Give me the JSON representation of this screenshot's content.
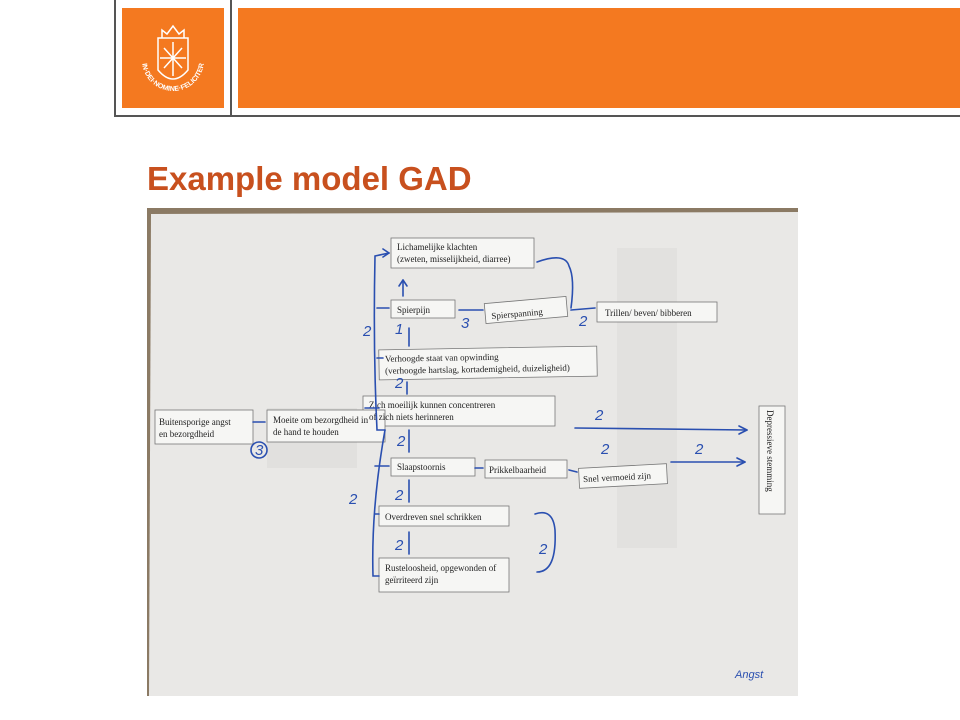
{
  "slide": {
    "title": "Example model GAD",
    "logo_motto": "IN·DEI·NOMINE·FELICITER"
  },
  "colors": {
    "brand_orange": "#f47920",
    "title_red": "#c8501e",
    "ink_blue": "#2a4fb0",
    "paper": "#ecebea"
  },
  "icons": {
    "logo": "university-seal-icon"
  },
  "diagram": {
    "boxes": {
      "lichamelijke_1": "Lichamelijke klachten",
      "lichamelijke_2": "(zweten, misselijkheid, diarree)",
      "spierpijn": "Spierpijn",
      "spierspanning": "Spierspanning",
      "trillen": "Trillen/ beven/ bibberen",
      "verhoogde_1": "Verhoogde staat van opwinding",
      "verhoogde_2": "(verhoogde hartslag, kortademigheid, duizeligheid)",
      "concentreren_1": "Zich moeilijk kunnen concentreren",
      "concentreren_2": "of zich niets herinneren",
      "buitensporige_1": "Buitensporige angst",
      "buitensporige_2": "en bezorgdheid",
      "moeite_1": "Moeite om bezorgdheid in",
      "moeite_2": "de hand te houden",
      "slaapstoornis": "Slaapstoornis",
      "prikkelbaarheid": "Prikkelbaarheid",
      "vermoeid": "Snel vermoeid zijn",
      "schrikken": "Overdreven snel schrikken",
      "rusteloos_1": "Rusteloosheid, opgewonden of",
      "rusteloos_2": "geïrriteerd zijn",
      "depressief": "Depressieve stemming"
    },
    "weights": {
      "w_moeite": "3",
      "w_branch_upper": "2",
      "w_branch_lower": "2",
      "w_spierpijn_up": "1",
      "w_spierspanning": "3",
      "w_trillen": "2",
      "w_verhoogde_up": "2",
      "w_concentreren_up": "2",
      "w_slaap_up": "2",
      "w_schrik_up": "2",
      "w_rusteloos_loop": "2",
      "w_depr_1": "2",
      "w_depr_2": "2",
      "w_depr_3": "2"
    },
    "signature": "Angst"
  }
}
